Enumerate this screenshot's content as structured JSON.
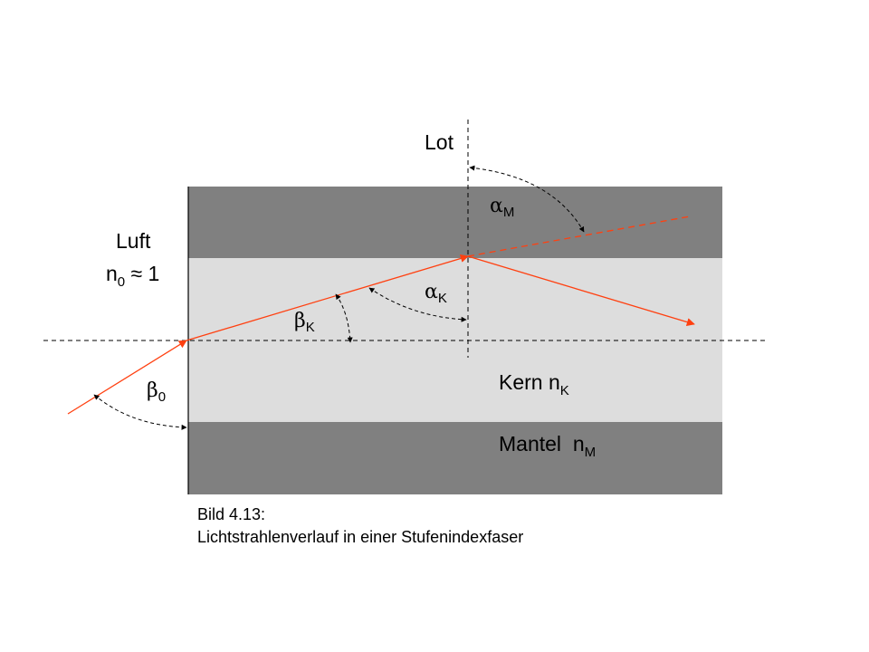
{
  "labels": {
    "lot": "Lot",
    "luft": "Luft",
    "n0_base": "n",
    "n0_sub": "0",
    "n0_rel": " ≈ 1",
    "alpha_m": "α",
    "alpha_m_sub": "M",
    "alpha_k": "α",
    "alpha_k_sub": "K",
    "beta_k": "β",
    "beta_k_sub": "K",
    "beta_0": "β",
    "beta_0_sub": "0",
    "kern": "Kern n",
    "kern_sub": "K",
    "mantel": "Mantel  n",
    "mantel_sub": "M"
  },
  "caption": {
    "line1": "Bild 4.13:",
    "line2": "Lichtstrahlenverlauf in einer Stufenindexfaser"
  },
  "colors": {
    "mantel": "#808080",
    "kern": "#dddddd",
    "ray": "#ff4010"
  }
}
